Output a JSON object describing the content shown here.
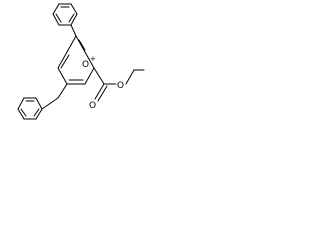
{
  "molecule": {
    "atoms": {
      "ring_oxygen": "O",
      "ring_oxygen_charge": "+",
      "ester_oxygen_carbonyl": "O",
      "ester_oxygen_ether": "O"
    }
  },
  "colors": {
    "bond": "#000000",
    "label": "#000000",
    "background": "#ffffff"
  }
}
